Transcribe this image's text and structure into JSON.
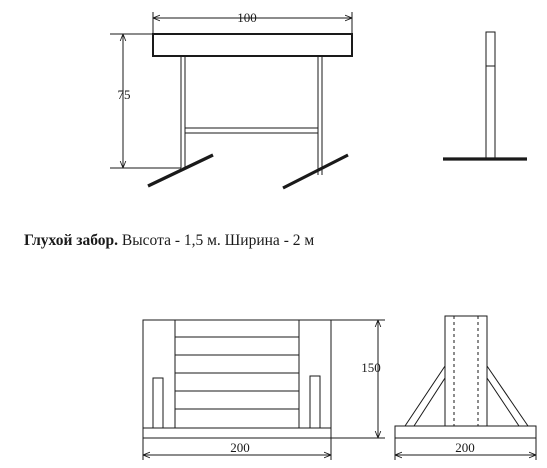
{
  "top_figure": {
    "width_label": "100",
    "height_label": "75"
  },
  "caption": {
    "title": "Глухой забор.",
    "details": " Высота - 1,5 м. Ширина - 2 м"
  },
  "bottom_figure": {
    "height_label": "150",
    "front_width_label": "200",
    "side_width_label": "200"
  }
}
